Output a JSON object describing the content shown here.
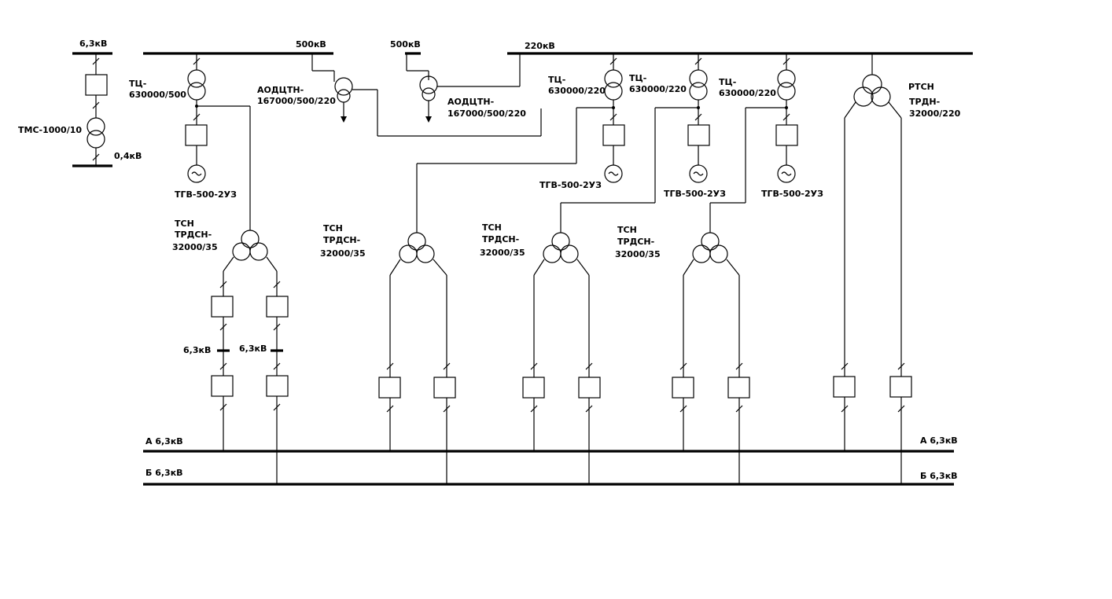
{
  "labels": {
    "bus_6_3_top": "6,3кВ",
    "bus_500": "500кВ",
    "bus_500_b": "500кВ",
    "bus_220": "220кВ",
    "tms": "ТМС-1000/10",
    "bus_0_4": "0,4кВ",
    "tc1_a": "ТЦ-",
    "tc1_b": "630000/500",
    "aod1_a": "АОДЦТН-",
    "aod1_b": "167000/500/220",
    "aod2_a": "АОДЦТН-",
    "aod2_b": "167000/500/220",
    "tc2_a": "ТЦ-",
    "tc2_b": "630000/220",
    "tc3_a": "ТЦ-",
    "tc3_b": "630000/220",
    "tc4_a": "ТЦ-",
    "tc4_b": "630000/220",
    "rtsn": "РТСН",
    "trdn_a": "ТРДН-",
    "trdn_b": "32000/220",
    "gen1": "ТГВ-500-2УЗ",
    "gen2": "ТГВ-500-2УЗ",
    "gen3": "ТГВ-500-2УЗ",
    "gen4": "ТГВ-500-2УЗ",
    "tsn1_a": "ТСН",
    "tsn1_b": "ТРДСН-",
    "tsn1_c": "32000/35",
    "tsn2_a": "ТСН",
    "tsn2_b": "ТРДСН-",
    "tsn2_c": "32000/35",
    "tsn3_a": "ТСН",
    "tsn3_b": "ТРДСН-",
    "tsn3_c": "32000/35",
    "tsn4_a": "ТСН",
    "tsn4_b": "ТРДСН-",
    "tsn4_c": "32000/35",
    "sec_a": "6,3кВ",
    "sec_b": "6,3кВ",
    "bus_a_left": "А 6,3кВ",
    "bus_a_right": "А 6,3кВ",
    "bus_b_left": "Б 6,3кВ",
    "bus_b_right": "Б 6,3кВ"
  }
}
